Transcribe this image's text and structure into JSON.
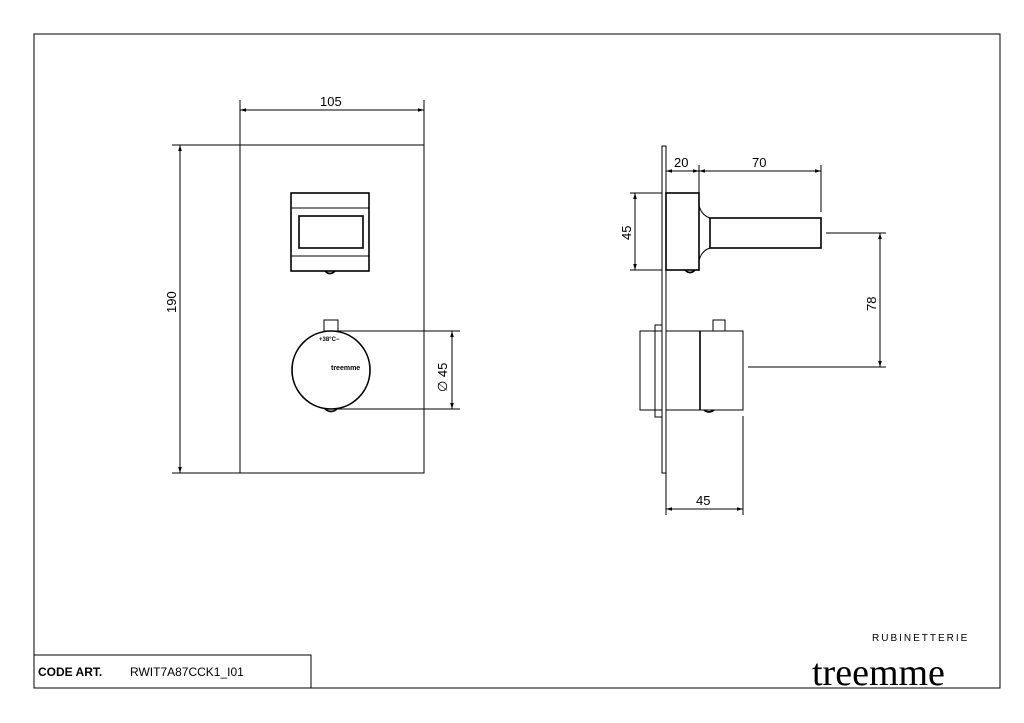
{
  "title_block": {
    "code_label": "CODE ART.",
    "code_value": "RWIT7A87CCK1_I01"
  },
  "logo": {
    "brand": "treemme",
    "subtitle": "RUBINETTERIE"
  },
  "front_view": {
    "width_dim": "105",
    "height_dim": "190",
    "knob_dim": "∅ 45",
    "knob_temp_label": "+38°C−",
    "knob_brand": "treemme"
  },
  "side_view": {
    "depth_dim_body": "20",
    "depth_dim_spout": "70",
    "body_height_dim": "45",
    "spacing_dim": "78",
    "knob_depth_dim": "45"
  }
}
